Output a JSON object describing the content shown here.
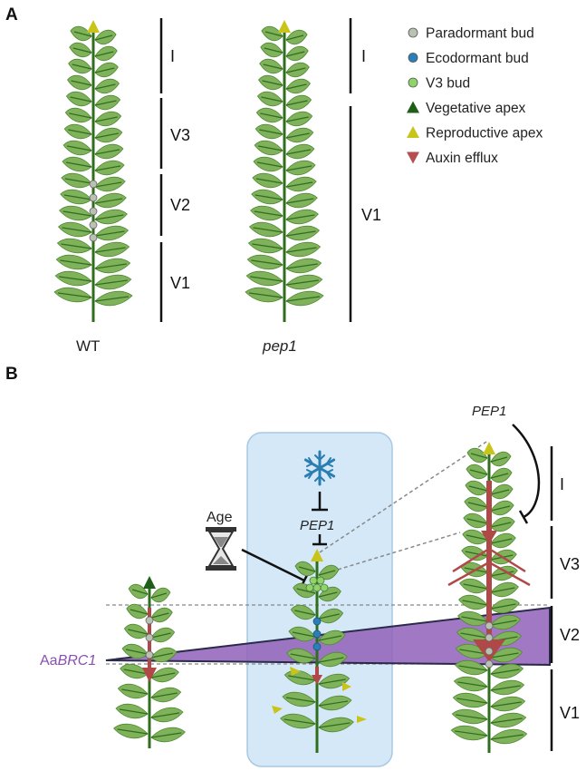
{
  "panel_a": {
    "label": "A",
    "plants": [
      {
        "name": "WT",
        "italic": false
      },
      {
        "name": "pep1",
        "italic": true
      }
    ],
    "wt_segments": [
      "I",
      "V3",
      "V2",
      "V1"
    ],
    "pep1_segments": [
      "I",
      "V1"
    ]
  },
  "legend": [
    {
      "label": "Paradormant bud",
      "symbol": "circle",
      "color": "#b9c1b3"
    },
    {
      "label": "Ecodormant bud",
      "symbol": "circle",
      "color": "#2b7fb8"
    },
    {
      "label": "V3 bud",
      "symbol": "circle",
      "color": "#8fd36b"
    },
    {
      "label": "Vegetative apex",
      "symbol": "triangle-up",
      "color": "#1f5e19"
    },
    {
      "label": "Reproductive apex",
      "symbol": "triangle-up",
      "color": "#c9c41a"
    },
    {
      "label": "Auxin efflux",
      "symbol": "triangle-down",
      "color": "#b65050"
    }
  ],
  "panel_b": {
    "label": "B",
    "gene_top": "PEP1",
    "gene_box": "PEP1",
    "age_label": "Age",
    "brc1_prefix": "Aa",
    "brc1_gene": "BRC1",
    "segments": [
      "I",
      "V3",
      "V2",
      "V1"
    ]
  },
  "colors": {
    "stem": "#2f6e1c",
    "leaf": "#7fb25a",
    "leaf_dark": "#4f8a33",
    "auxin": "#b04848",
    "wedge": "#9060b8",
    "cold_box": "#d4e8f7",
    "snowflake": "#2a7db0"
  }
}
